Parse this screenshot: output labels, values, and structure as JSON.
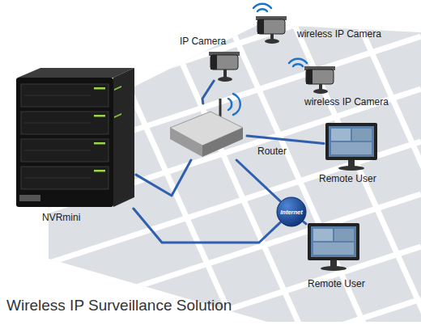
{
  "diagram": {
    "title": "Wireless IP Surveillance Solution",
    "nodes": [
      {
        "text": [
          "NVRmini"
        ]
      },
      {
        "text": [
          "IP Camera"
        ]
      },
      {
        "text": [
          "wireless IP Camera"
        ]
      },
      {
        "text": [
          "wireless IP Camera"
        ]
      },
      {
        "text": [
          "Router"
        ]
      },
      {
        "text": [
          "Remote User"
        ]
      },
      {
        "text": [
          "Internet"
        ]
      },
      {
        "text": [
          "Remote User"
        ]
      }
    ],
    "edges": [
      {
        "from": 0,
        "to": 4,
        "arrow": "none"
      },
      {
        "from": 1,
        "to": 4,
        "arrow": "none"
      },
      {
        "from": 4,
        "to": 5,
        "arrow": "none"
      },
      {
        "from": 4,
        "to": 6,
        "arrow": "none"
      },
      {
        "from": 6,
        "to": 7,
        "arrow": "none"
      },
      {
        "from": 0,
        "to": 6,
        "arrow": "none"
      }
    ]
  }
}
